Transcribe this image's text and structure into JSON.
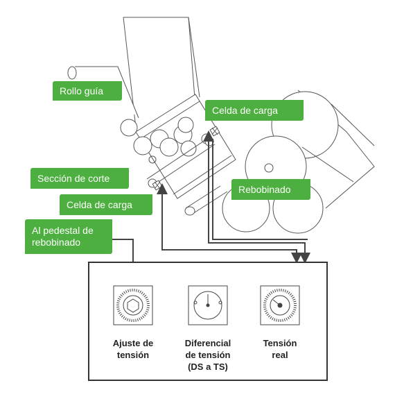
{
  "labels": {
    "rollo_guia": "Rollo guía",
    "celda_carga_top": "Celda de carga",
    "seccion_corte": "Sección de corte",
    "rebobinado": "Rebobinado",
    "celda_carga_bottom": "Celda de carga",
    "pedestal_line1": "Al pedestal de",
    "pedestal_line2": "rebobinado"
  },
  "dials": [
    {
      "line1": "Ajuste de",
      "line2": "tensión",
      "line3": ""
    },
    {
      "line1": "Diferencial",
      "line2": "de tensión",
      "line3": "(DS a TS)"
    },
    {
      "line1": "Tensión",
      "line2": "real",
      "line3": ""
    }
  ],
  "colors": {
    "accent": "#4caf3f",
    "line": "#444444"
  }
}
